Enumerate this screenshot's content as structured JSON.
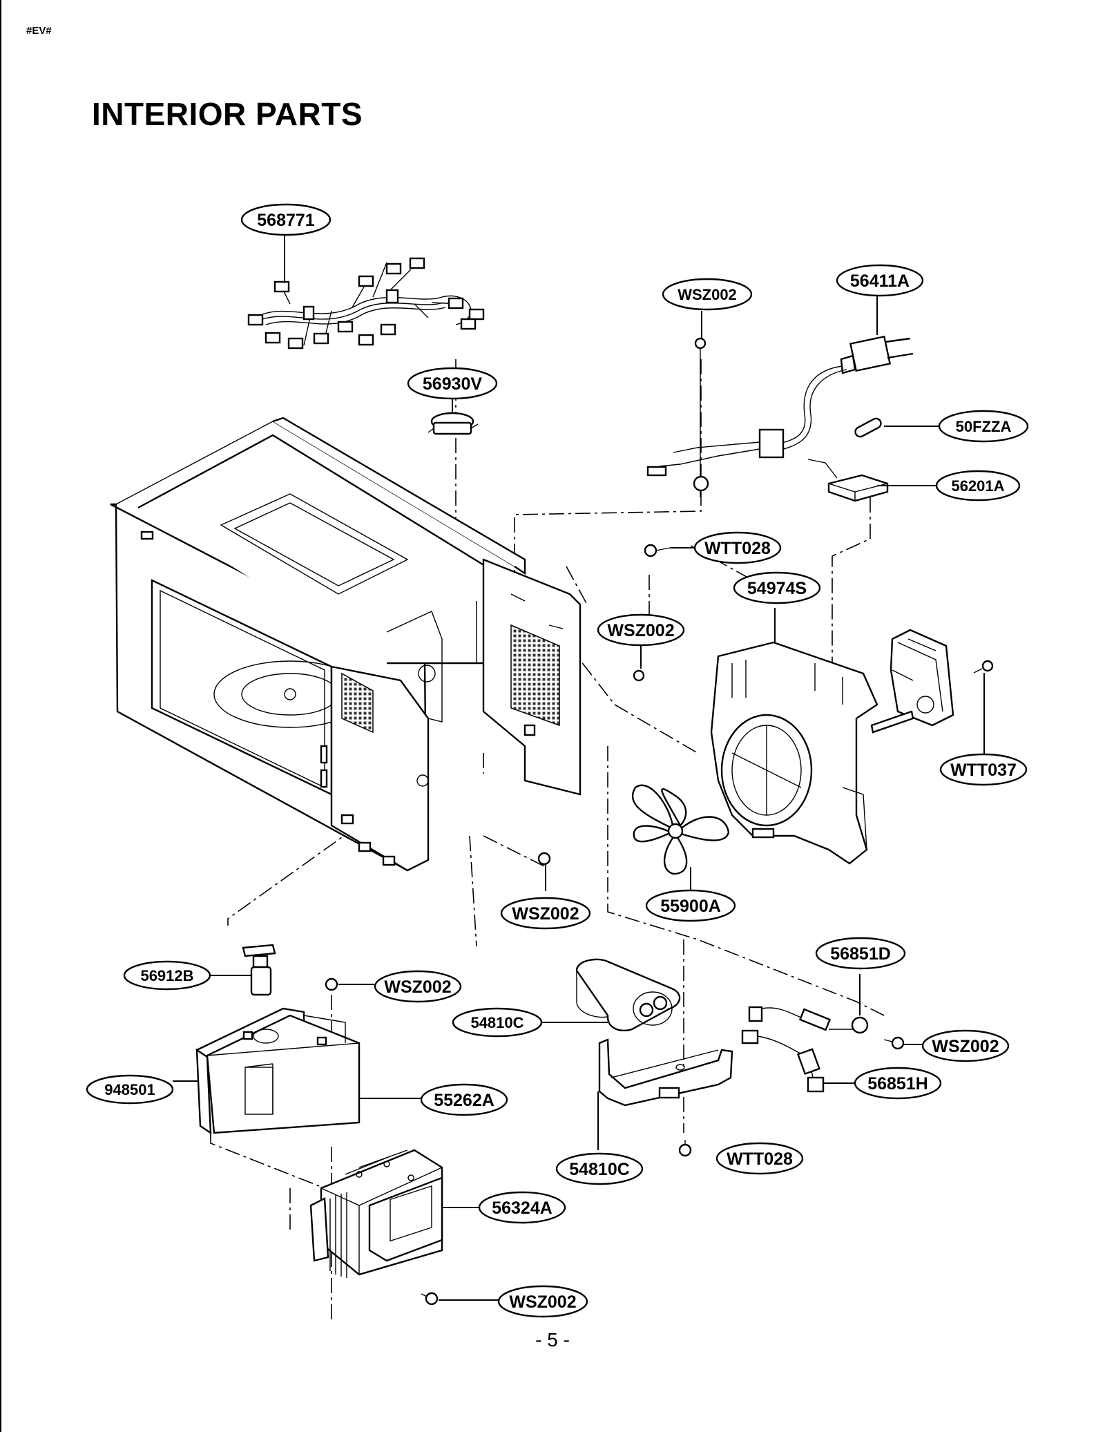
{
  "header": {
    "tag": "#EV#",
    "title": "INTERIOR PARTS"
  },
  "footer": {
    "page_number": "- 5 -"
  },
  "parts": [
    {
      "id": "harness",
      "label": "568771"
    },
    {
      "id": "screw-top",
      "label": "WSZ002"
    },
    {
      "id": "power-cord",
      "label": "56411A"
    },
    {
      "id": "thermostat",
      "label": "56930V"
    },
    {
      "id": "fuse",
      "label": "50FZZA"
    },
    {
      "id": "noise-filter",
      "label": "56201A"
    },
    {
      "id": "screw-wtt-top",
      "label": "WTT028"
    },
    {
      "id": "fan-housing",
      "label": "54974S"
    },
    {
      "id": "screw-mid",
      "label": "WSZ002"
    },
    {
      "id": "screw-wtt037",
      "label": "WTT037"
    },
    {
      "id": "fan-blade",
      "label": "55900A"
    },
    {
      "id": "screw-lower",
      "label": "WSZ002"
    },
    {
      "id": "diode-switch",
      "label": "56851D"
    },
    {
      "id": "thermo-sensor",
      "label": "56912B"
    },
    {
      "id": "screw-cover",
      "label": "WSZ002"
    },
    {
      "id": "capacitor",
      "label": "54810C"
    },
    {
      "id": "screw-diode",
      "label": "WSZ002"
    },
    {
      "id": "insulator",
      "label": "948501"
    },
    {
      "id": "cover",
      "label": "55262A"
    },
    {
      "id": "diode",
      "label": "56851H"
    },
    {
      "id": "capacitor-bracket",
      "label": "54810C"
    },
    {
      "id": "screw-wtt-bottom",
      "label": "WTT028"
    },
    {
      "id": "magnetron",
      "label": "56324A"
    },
    {
      "id": "screw-bottom",
      "label": "WSZ002"
    }
  ]
}
